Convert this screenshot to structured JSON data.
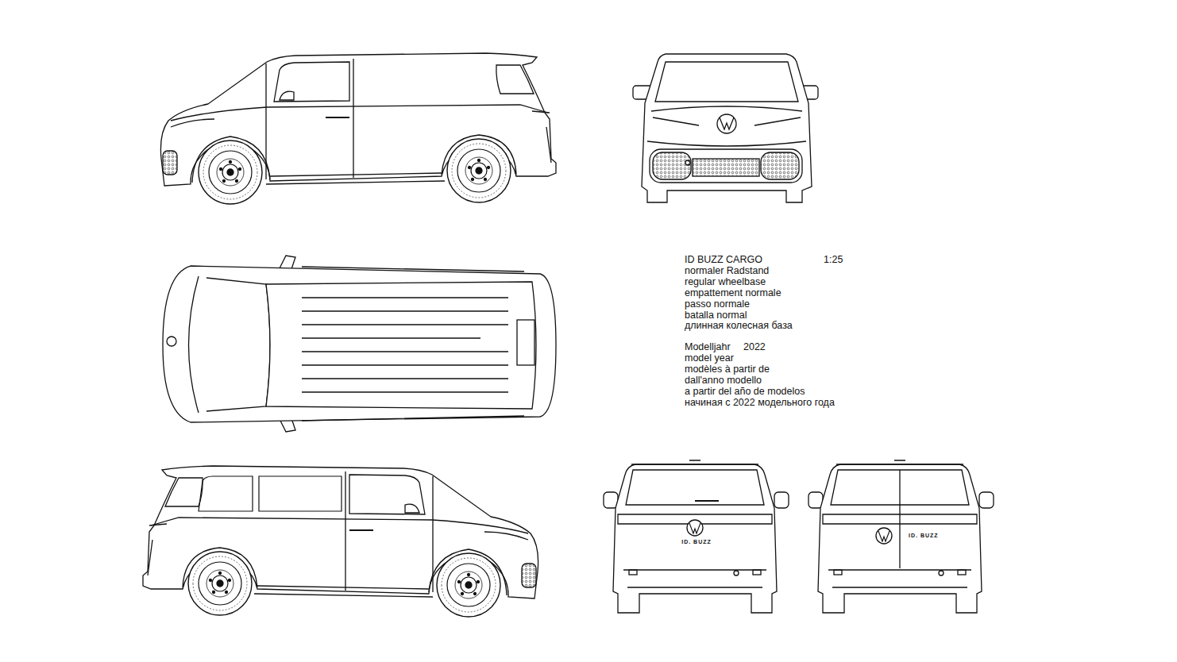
{
  "diagram": {
    "title": "ID BUZZ CARGO",
    "labels": [
      "1:25",
      "normaler Radstand",
      "regular wheelbase",
      "empattement normale",
      "passo normale",
      "batalla normal",
      "длинная колесная база",
      "Modelljahr",
      "2022",
      "model year",
      "modèles à partir de",
      "dall'anno modello",
      "a partir del año de modelos",
      "начиная с 2022 модельного года",
      "ID. BUZZ",
      "ID. BUZZ"
    ]
  }
}
